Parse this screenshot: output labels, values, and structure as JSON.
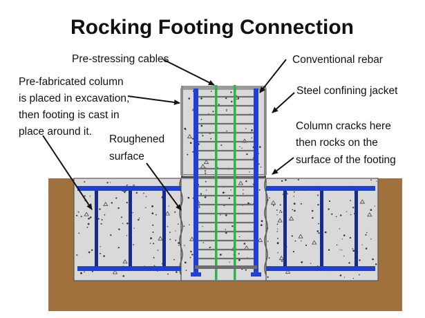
{
  "title": "Rocking Footing Connection",
  "labels": {
    "prestressing_cables": "Pre-stressing cables",
    "conventional_rebar": "Conventional rebar",
    "prefab_column": [
      "Pre-fabricated column",
      "is placed in excavation,",
      "then footing is cast in",
      "place around it."
    ],
    "steel_jacket": "Steel confining jacket",
    "roughened_surface": [
      "Roughened",
      "surface"
    ],
    "column_cracks": [
      "Column cracks here",
      "then rocks on the",
      "surface of the footing"
    ]
  },
  "colors": {
    "soil": "#a0713c",
    "concrete": "#d9d9d9",
    "rebar_blue": "#1f3fd6",
    "rebar_navy": "#142c8a",
    "cable_green": "#2db34a",
    "tie_gray": "#6e6e6e"
  }
}
